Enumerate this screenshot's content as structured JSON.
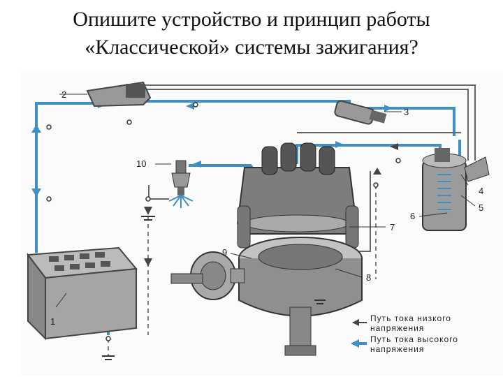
{
  "slide": {
    "title_line1": "Опишите устройство и принцип работы",
    "title_line2": "«Классической» системы зажигания?"
  },
  "diagram": {
    "labels": [
      "1",
      "2",
      "3",
      "4",
      "5",
      "6",
      "7",
      "8",
      "9",
      "10"
    ],
    "legend": {
      "low_voltage_line1": "Путь тока низкого",
      "low_voltage_line2": "напряжения",
      "high_voltage_line1": "Путь тока высокого",
      "high_voltage_line2": "напряжения"
    },
    "colors": {
      "high_voltage": "#3d8fc4",
      "low_voltage": "#444444",
      "component_fill": "#9a9a9a",
      "component_dark": "#555555"
    }
  }
}
